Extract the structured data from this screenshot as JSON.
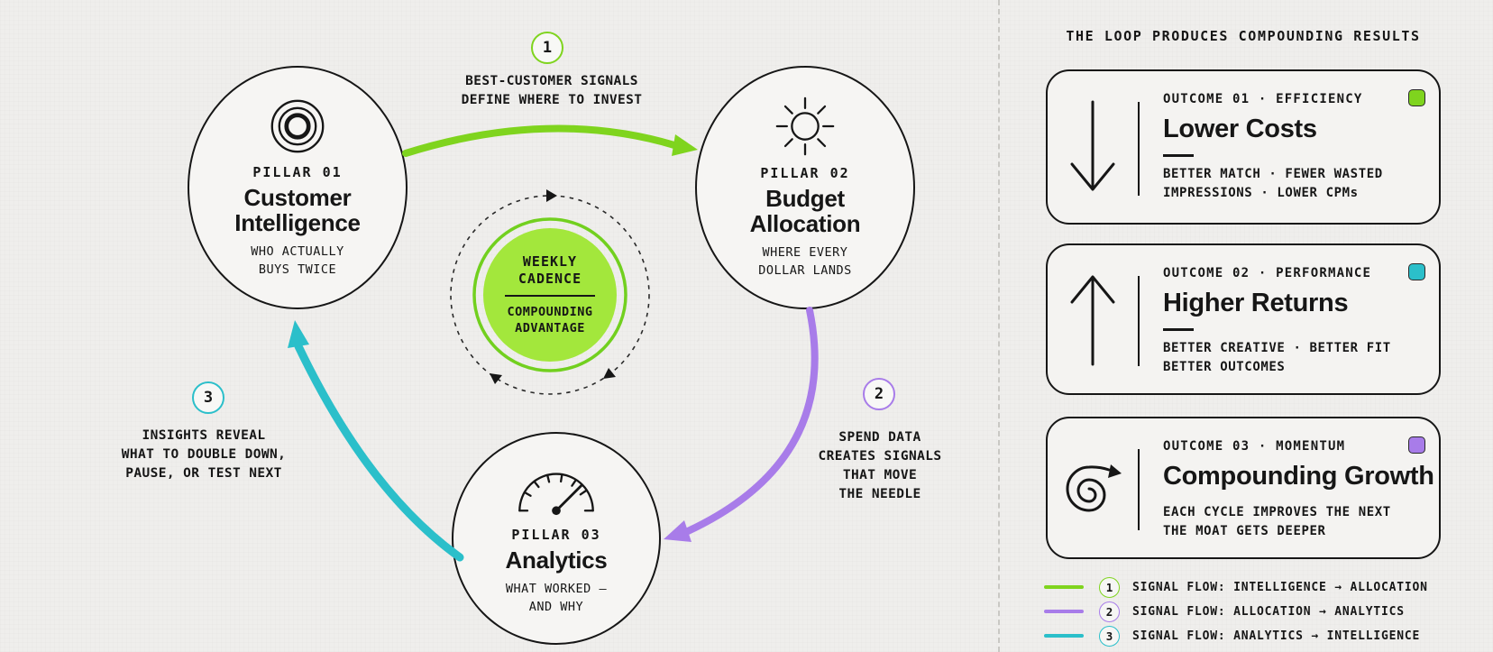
{
  "colors": {
    "background": "#efeeec",
    "ink": "#161616",
    "green": "#7fd41e",
    "teal": "#2bbfca",
    "purple": "#a87ce9",
    "hub_disc": "#a3e73c",
    "hub_ring": "#72d01f",
    "card_background": "#f4f3f1"
  },
  "diagram": {
    "pillars": [
      {
        "icon": "target-icon",
        "eyebrow": "PILLAR 01",
        "title": "Customer\nIntelligence",
        "subtitle": "WHO ACTUALLY\nBUYS TWICE"
      },
      {
        "icon": "sun-icon",
        "eyebrow": "PILLAR 02",
        "title": "Budget\nAllocation",
        "subtitle": "WHERE EVERY\nDOLLAR LANDS"
      },
      {
        "icon": "gauge-icon",
        "eyebrow": "PILLAR 03",
        "title": "Analytics",
        "subtitle": "WHAT WORKED –\nAND WHY"
      }
    ],
    "hub": {
      "top": "WEEKLY\nCADENCE",
      "bottom": "COMPOUNDING\nADVANTAGE"
    },
    "flows": [
      {
        "number": "1",
        "color": "#7fd41e",
        "caption": "BEST-CUSTOMER SIGNALS\nDEFINE WHERE TO INVEST"
      },
      {
        "number": "2",
        "color": "#a87ce9",
        "caption": "SPEND DATA\nCREATES SIGNALS\nTHAT MOVE\nTHE NEEDLE"
      },
      {
        "number": "3",
        "color": "#2bbfca",
        "caption": "INSIGHTS REVEAL\nWHAT TO DOUBLE DOWN,\nPAUSE, OR TEST NEXT"
      }
    ]
  },
  "panel": {
    "header": "THE LOOP PRODUCES COMPOUNDING RESULTS",
    "cards": [
      {
        "icon": "arrow-down-icon",
        "eyebrow": "OUTCOME 01 · EFFICIENCY",
        "title": "Lower Costs",
        "description": "BETTER MATCH · FEWER WASTED\nIMPRESSIONS · LOWER CPMs",
        "badge_color": "#7fd41e"
      },
      {
        "icon": "arrow-up-icon",
        "eyebrow": "OUTCOME 02 · PERFORMANCE",
        "title": "Higher Returns",
        "description": "BETTER CREATIVE · BETTER FIT\nBETTER OUTCOMES",
        "badge_color": "#2bbfca"
      },
      {
        "icon": "spiral-arrow-icon",
        "eyebrow": "OUTCOME 03 · MOMENTUM",
        "title": "Compounding Growth",
        "description": "EACH CYCLE IMPROVES THE NEXT\nTHE MOAT GETS DEEPER",
        "badge_color": "#a87ce9"
      }
    ],
    "legend": [
      {
        "number": "1",
        "color": "#7fd41e",
        "label": "SIGNAL FLOW: INTELLIGENCE → ALLOCATION"
      },
      {
        "number": "2",
        "color": "#a87ce9",
        "label": "SIGNAL FLOW: ALLOCATION → ANALYTICS"
      },
      {
        "number": "3",
        "color": "#2bbfca",
        "label": "SIGNAL FLOW: ANALYTICS → INTELLIGENCE"
      }
    ]
  }
}
